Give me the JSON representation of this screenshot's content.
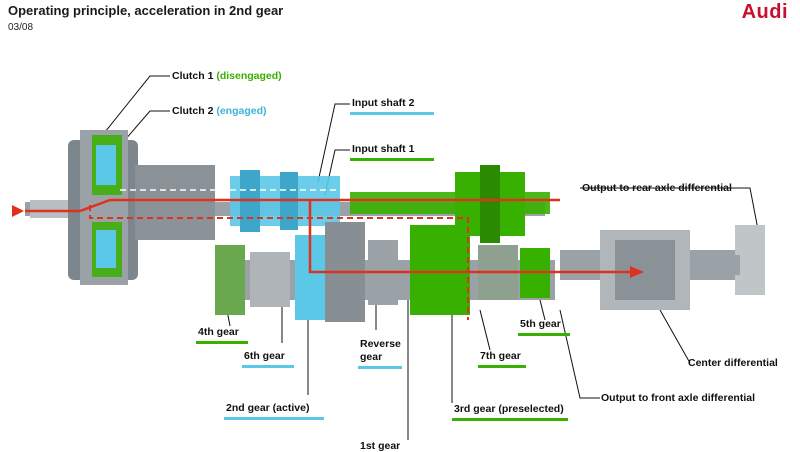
{
  "header": {
    "title": "Operating principle, acceleration in 2nd gear",
    "code": "03/08",
    "logo": "Audi"
  },
  "labels": {
    "clutch1": {
      "name": "Clutch 1",
      "state": "(disengaged)"
    },
    "clutch2": {
      "name": "Clutch 2",
      "state": "(engaged)"
    },
    "input_shaft_2": "Input shaft 2",
    "input_shaft_1": "Input shaft 1",
    "output_rear": "Output to rear axle differential",
    "gear_4th": "4th gear",
    "gear_6th": "6th gear",
    "gear_2nd": "2nd gear (active)",
    "gear_reverse_1": "Reverse",
    "gear_reverse_2": "gear",
    "gear_1st": "1st gear",
    "gear_7th": "7th gear",
    "gear_3rd": "3rd gear (preselected)",
    "gear_5th": "5th gear",
    "center_diff": "Center differential",
    "output_front": "Output to front axle differential"
  },
  "colors": {
    "shaft1": "#38b000",
    "shaft2": "#5bc8e8",
    "power_flow": "#e0301e",
    "brand": "#c8102e"
  }
}
